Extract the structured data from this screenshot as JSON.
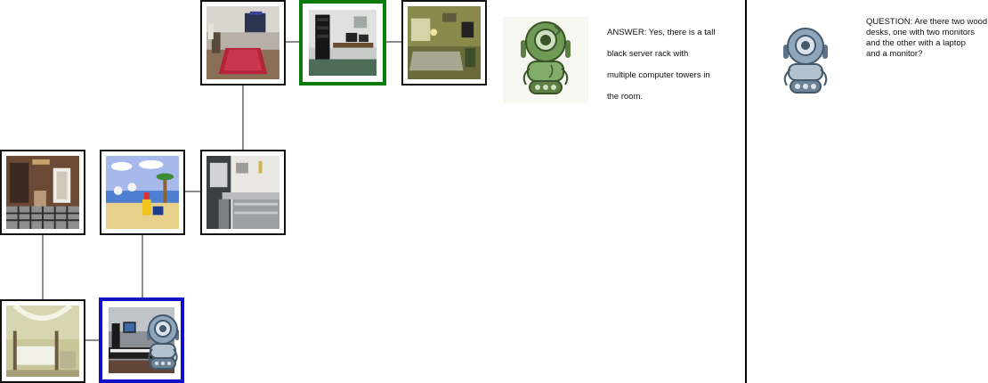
{
  "colors": {
    "goal_border": "#0b7a0b",
    "current_border": "#1010c8",
    "edge": "#8c8c8c",
    "answer_robot": "#6e9a55",
    "question_robot": "#8fa6ba"
  },
  "dialog": {
    "answer_line1": "ANSWER: Yes, there is a tall",
    "answer_line2": "black server rack with",
    "answer_line3": "multiple computer towers in",
    "answer_line4": "the room.",
    "question_line1": "QUESTION: Are there two wood",
    "question_line2": "desks, one with two monitors",
    "question_line3": "and the other with a laptop",
    "question_line4": "and a monitor?"
  },
  "nodes": [
    {
      "scene": "game-room-with-pool-table"
    },
    {
      "scene": "office-with-server-rack",
      "status": "goal"
    },
    {
      "scene": "living-room-with-sofa"
    },
    {
      "scene": "kitchen-with-steel-counter"
    },
    {
      "scene": "kids-room-with-mural"
    },
    {
      "scene": "ornate-hallway"
    },
    {
      "scene": "bedroom-with-canopy-bed"
    },
    {
      "scene": "music-room-with-keyboard",
      "status": "current"
    }
  ],
  "icons": {
    "answer_avatar": "answer-robot-icon",
    "question_avatar": "question-robot-icon",
    "agent_marker": "agent-robot-icon"
  }
}
